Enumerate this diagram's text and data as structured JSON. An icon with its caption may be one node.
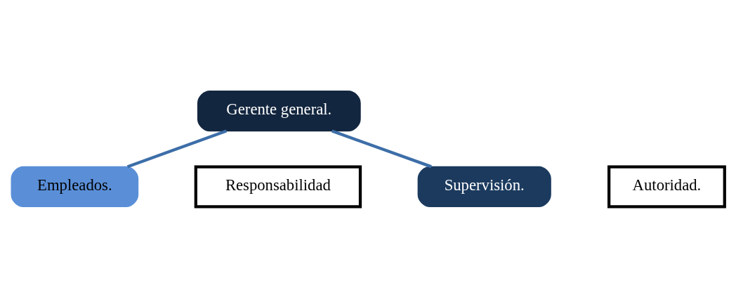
{
  "diagram": {
    "nodes": [
      {
        "text": [
          "Gerente general."
        ]
      },
      {
        "text": [
          "Supervisión."
        ]
      },
      {
        "text": [
          "Empleados."
        ]
      },
      {
        "text": [
          "Responsabilidad"
        ]
      },
      {
        "text": [
          "Autoridad."
        ]
      }
    ],
    "edges": [
      {
        "from": 0,
        "to": 1,
        "arrow": "none"
      },
      {
        "from": 0,
        "to": 2,
        "arrow": "none"
      }
    ]
  }
}
